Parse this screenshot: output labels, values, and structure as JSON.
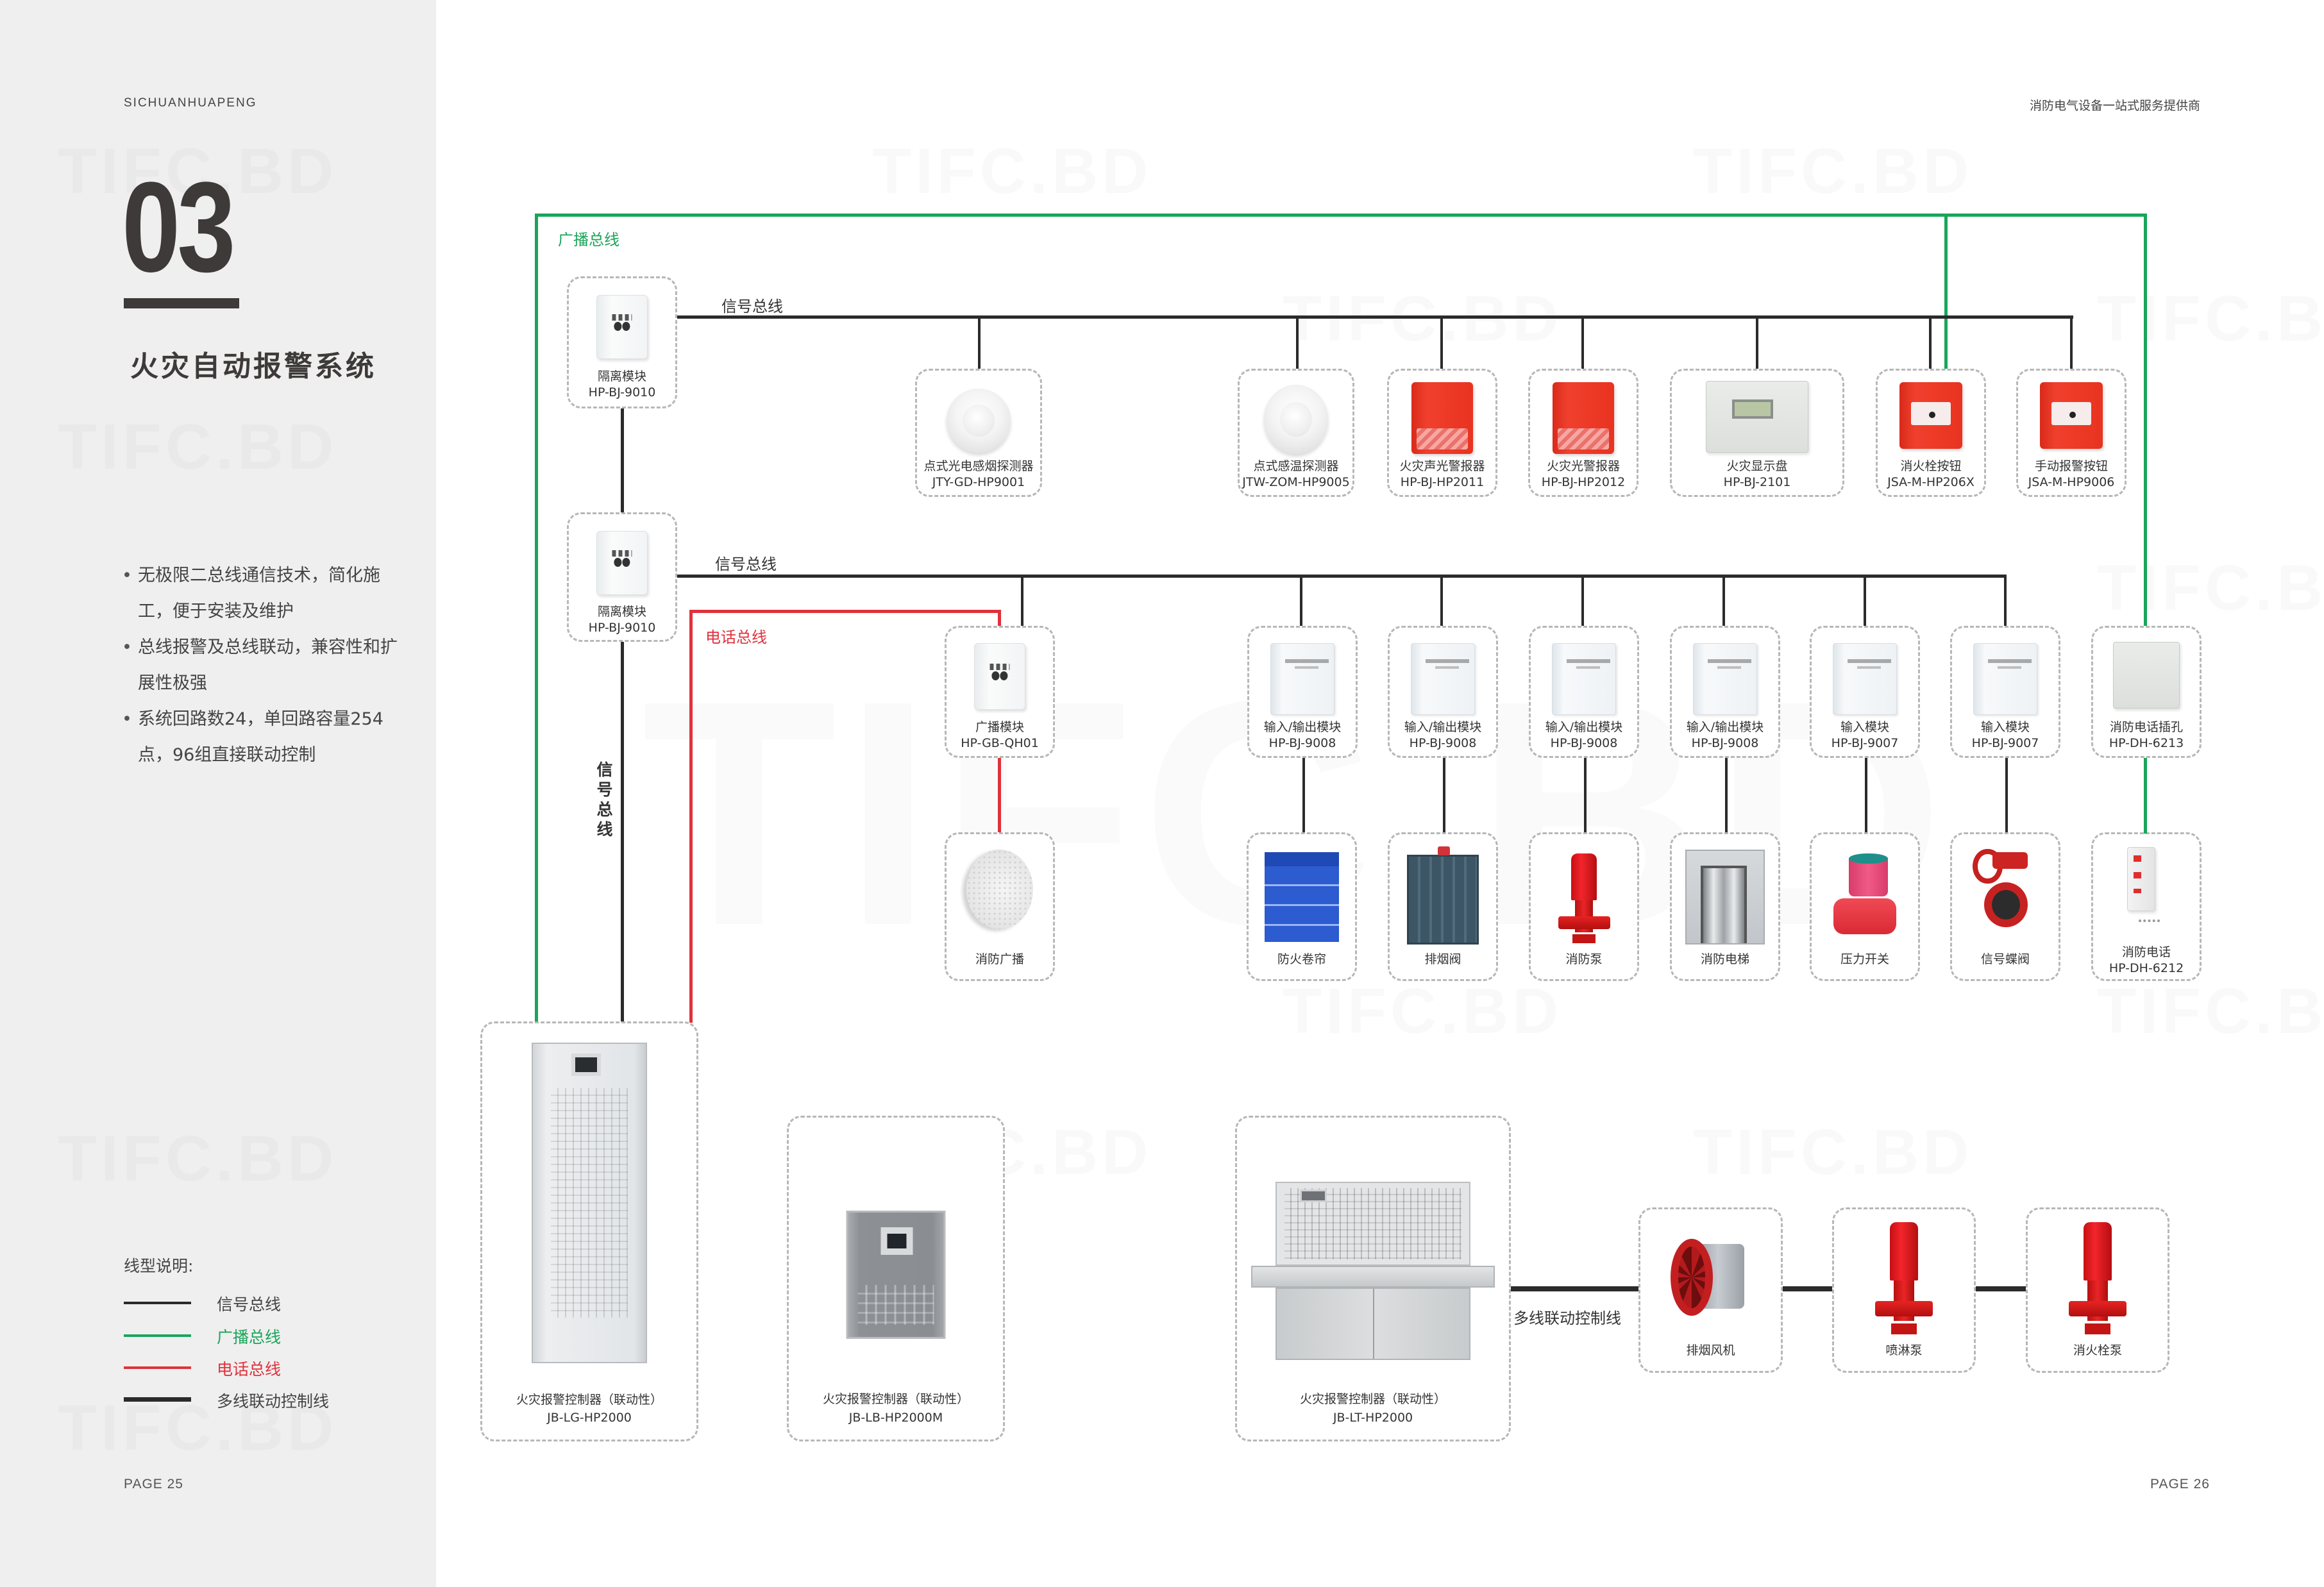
{
  "header": {
    "brand": "SICHUANHUAPENG",
    "tagline": "消防电气设备一站式服务提供商"
  },
  "section": {
    "number": "03",
    "title": "火灾自动报警系统",
    "bullets": [
      "无极限二总线通信技术，简化施工，便于安装及维护",
      "总线报警及总线联动，兼容性和扩展性极强",
      "系统回路数24，单回路容量254点，96组直接联动控制"
    ]
  },
  "legend": {
    "title": "线型说明:",
    "items": [
      {
        "label": "信号总线",
        "color": "#2b2b2b",
        "style": "thin"
      },
      {
        "label": "广播总线",
        "color": "#1aa55a",
        "style": "thin"
      },
      {
        "label": "电话总线",
        "color": "#e0313b",
        "style": "thin"
      },
      {
        "label": "多线联动控制线",
        "color": "#2b2b2b",
        "style": "thick"
      }
    ]
  },
  "pages": {
    "left": "PAGE 25",
    "right": "PAGE 26"
  },
  "watermark": "TIFC.BD",
  "colors": {
    "signal": "#2b2b2b",
    "broadcast": "#1aa55a",
    "phone": "#e0313b"
  },
  "bus_labels": {
    "broadcast": "广播总线",
    "signal_top": "信号总线",
    "signal_mid": "信号总线",
    "phone": "电话总线",
    "signal_vertical": "信号总线",
    "multiwire": "多线联动控制线"
  },
  "devices": {
    "isolator_1": {
      "name": "隔离模块",
      "model": "HP-BJ-9010"
    },
    "isolator_2": {
      "name": "隔离模块",
      "model": "HP-BJ-9010"
    },
    "smoke_detector": {
      "name": "点式光电感烟探测器",
      "model": "JTY-GD-HP9001"
    },
    "heat_detector": {
      "name": "点式感温探测器",
      "model": "JTW-ZOM-HP9005"
    },
    "sound_light_alarm": {
      "name": "火灾声光警报器",
      "model": "HP-BJ-HP2011"
    },
    "light_alarm": {
      "name": "火灾光警报器",
      "model": "HP-BJ-HP2012"
    },
    "display_panel": {
      "name": "火灾显示盘",
      "model": "HP-BJ-2101"
    },
    "hydrant_button": {
      "name": "消火栓按钮",
      "model": "JSA-M-HP206X"
    },
    "manual_alarm_button": {
      "name": "手动报警按钮",
      "model": "JSA-M-HP9006"
    },
    "broadcast_module": {
      "name": "广播模块",
      "model": "HP-GB-QH01"
    },
    "io_module_1": {
      "name": "输入/输出模块",
      "model": "HP-BJ-9008"
    },
    "io_module_2": {
      "name": "输入/输出模块",
      "model": "HP-BJ-9008"
    },
    "io_module_3": {
      "name": "输入/输出模块",
      "model": "HP-BJ-9008"
    },
    "io_module_4": {
      "name": "输入/输出模块",
      "model": "HP-BJ-9008"
    },
    "input_module_1": {
      "name": "输入模块",
      "model": "HP-BJ-9007"
    },
    "input_module_2": {
      "name": "输入模块",
      "model": "HP-BJ-9007"
    },
    "phone_jack": {
      "name": "消防电话插孔",
      "model": "HP-DH-6213"
    },
    "fire_speaker": {
      "name": "消防广播"
    },
    "fire_shutter": {
      "name": "防火卷帘"
    },
    "smoke_damper": {
      "name": "排烟阀"
    },
    "fire_pump": {
      "name": "消防泵"
    },
    "fire_elevator": {
      "name": "消防电梯"
    },
    "pressure_switch": {
      "name": "压力开关"
    },
    "signal_butterfly_valve": {
      "name": "信号蝶阀"
    },
    "fire_phone": {
      "name": "消防电话",
      "model": "HP-DH-6212"
    },
    "controller_cabinet": {
      "name": "火灾报警控制器（联动性）",
      "model": "JB-LG-HP2000"
    },
    "controller_wall": {
      "name": "火灾报警控制器（联动性）",
      "model": "JB-LB-HP2000M"
    },
    "controller_console": {
      "name": "火灾报警控制器（联动性）",
      "model": "JB-LT-HP2000"
    },
    "smoke_exhaust_fan": {
      "name": "排烟风机"
    },
    "sprinkler_pump": {
      "name": "喷淋泵"
    },
    "hydrant_pump": {
      "name": "消火栓泵"
    }
  }
}
